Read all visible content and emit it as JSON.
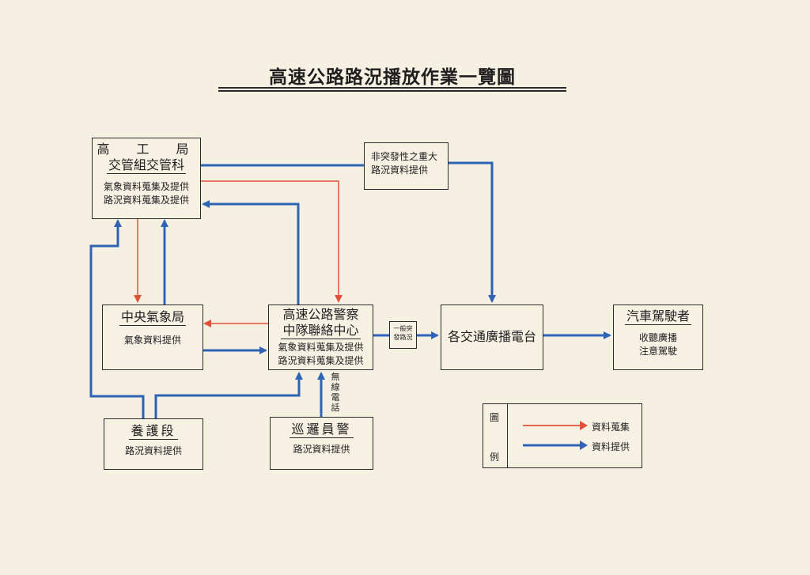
{
  "title": "高速公路路況播放作業一覽圖",
  "colors": {
    "collect": "#e0533a",
    "provide": "#2f63b5",
    "line": "#2b2b2b",
    "paper": "#f6f0e2"
  },
  "nodes": {
    "bureau": {
      "line1": "高　工　局",
      "line2": "交管組交管科",
      "sub1": "氣象資料蒐集及提供",
      "sub2": "路況資料蒐集及提供"
    },
    "weather": {
      "line1": "中央氣象局",
      "sub1": "氣象資料提供"
    },
    "police": {
      "line1": "高速公路警察",
      "line2": "中隊聯絡中心",
      "sub1": "氣象資料蒐集及提供",
      "sub2": "路況資料蒐集及提供"
    },
    "major": {
      "line1": "非突發性之重大",
      "line2": "路況資料提供"
    },
    "sudden": {
      "line1": "一般突",
      "line2": "發路況"
    },
    "radio": {
      "line1": "各交通廣播電台"
    },
    "driver": {
      "line1": "汽車駕駛者",
      "sub1": "收聽廣播",
      "sub2": "注意駕駛"
    },
    "maint": {
      "line1": "養護段",
      "sub1": "路況資料提供"
    },
    "patrol": {
      "line1": "巡邏員警",
      "sub1": "路況資料提供"
    }
  },
  "radio_label": "無線電話",
  "legend": {
    "label_top": "圖",
    "label_bottom": "例",
    "collect": "資料蒐集",
    "provide": "資料提供"
  }
}
